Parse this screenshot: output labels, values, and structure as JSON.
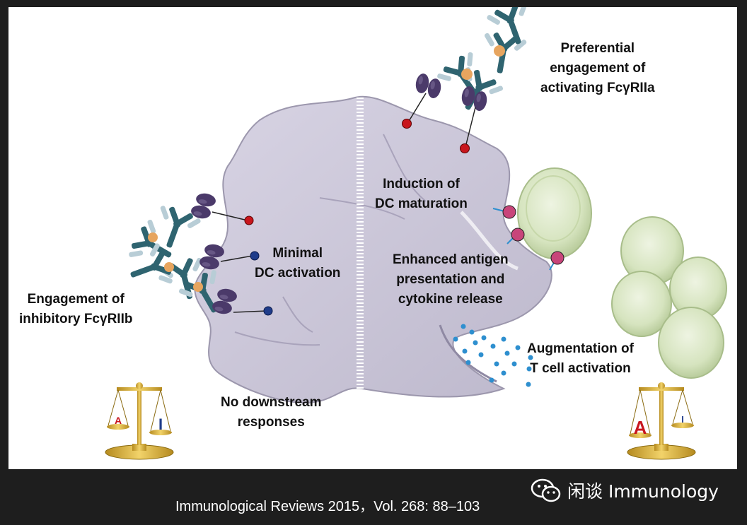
{
  "labels": {
    "preferential": [
      "Preferential",
      "engagement of",
      "activating FcγRIIa"
    ],
    "induction": [
      "Induction of",
      "DC maturation"
    ],
    "minimal": [
      "Minimal",
      "DC activation"
    ],
    "enhanced": [
      "Enhanced antigen",
      "presentation and",
      "cytokine release"
    ],
    "inhibitory": [
      "Engagement of",
      "inhibitory FcγRIIb"
    ],
    "augmentation": [
      "Augmentation of",
      "T cell activation"
    ],
    "no_downstream": [
      "No downstream",
      "responses"
    ]
  },
  "scale_left": {
    "pan_left": "A",
    "pan_right": "I"
  },
  "scale_right": {
    "pan_left": "A",
    "pan_right": "I"
  },
  "citation": "Immunological Reviews 2015，Vol. 268: 88–103",
  "watermark": "闲谈 Immunology",
  "colors": {
    "dc_cell": "#c9c5d6",
    "dc_cell_edge": "#9c97ad",
    "t_cell": "#dce8c6",
    "antibody_heavy": "#2f6470",
    "antibody_light": "#b8cdd6",
    "receptor": "#4b3a6a",
    "activating_dot": "#c8161d",
    "inhibitory_dot": "#1f3c8a",
    "cytokine": "#2e8fcf",
    "mhc": "#c8457a"
  }
}
